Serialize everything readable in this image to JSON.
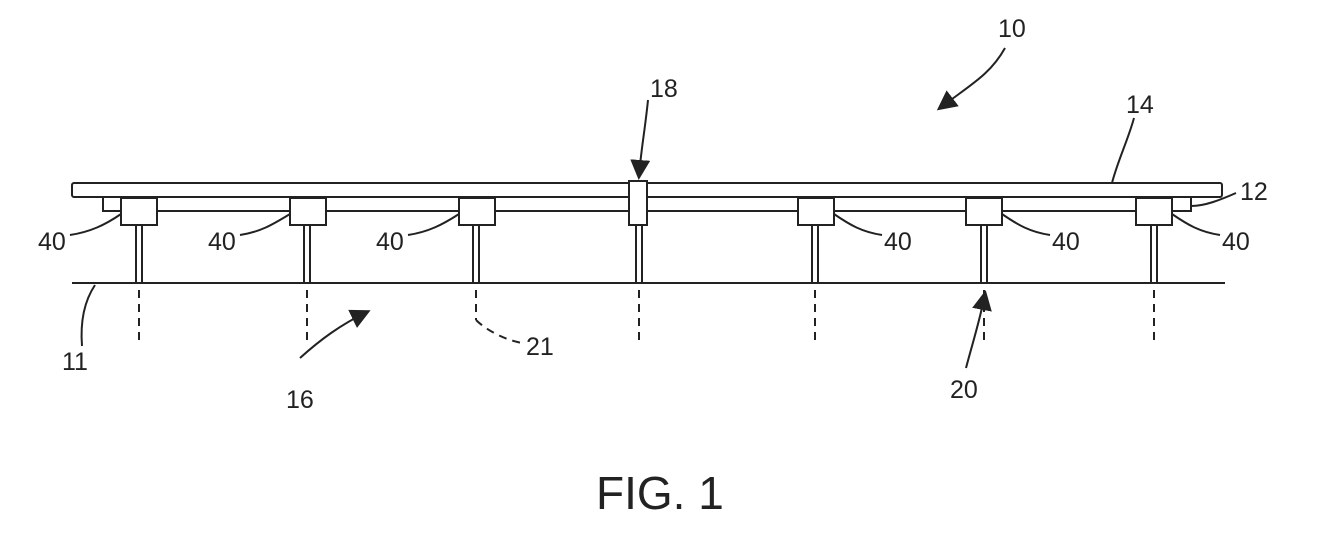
{
  "figure": {
    "caption": "FIG. 1",
    "labels": {
      "system": "10",
      "ground": "11",
      "rail": "12",
      "panel": "14",
      "foundation": "16",
      "center_post": "18",
      "post": "20",
      "below_grade": "21",
      "bracket": "40"
    }
  },
  "colors": {
    "line": "#222222",
    "background": "#ffffff"
  }
}
